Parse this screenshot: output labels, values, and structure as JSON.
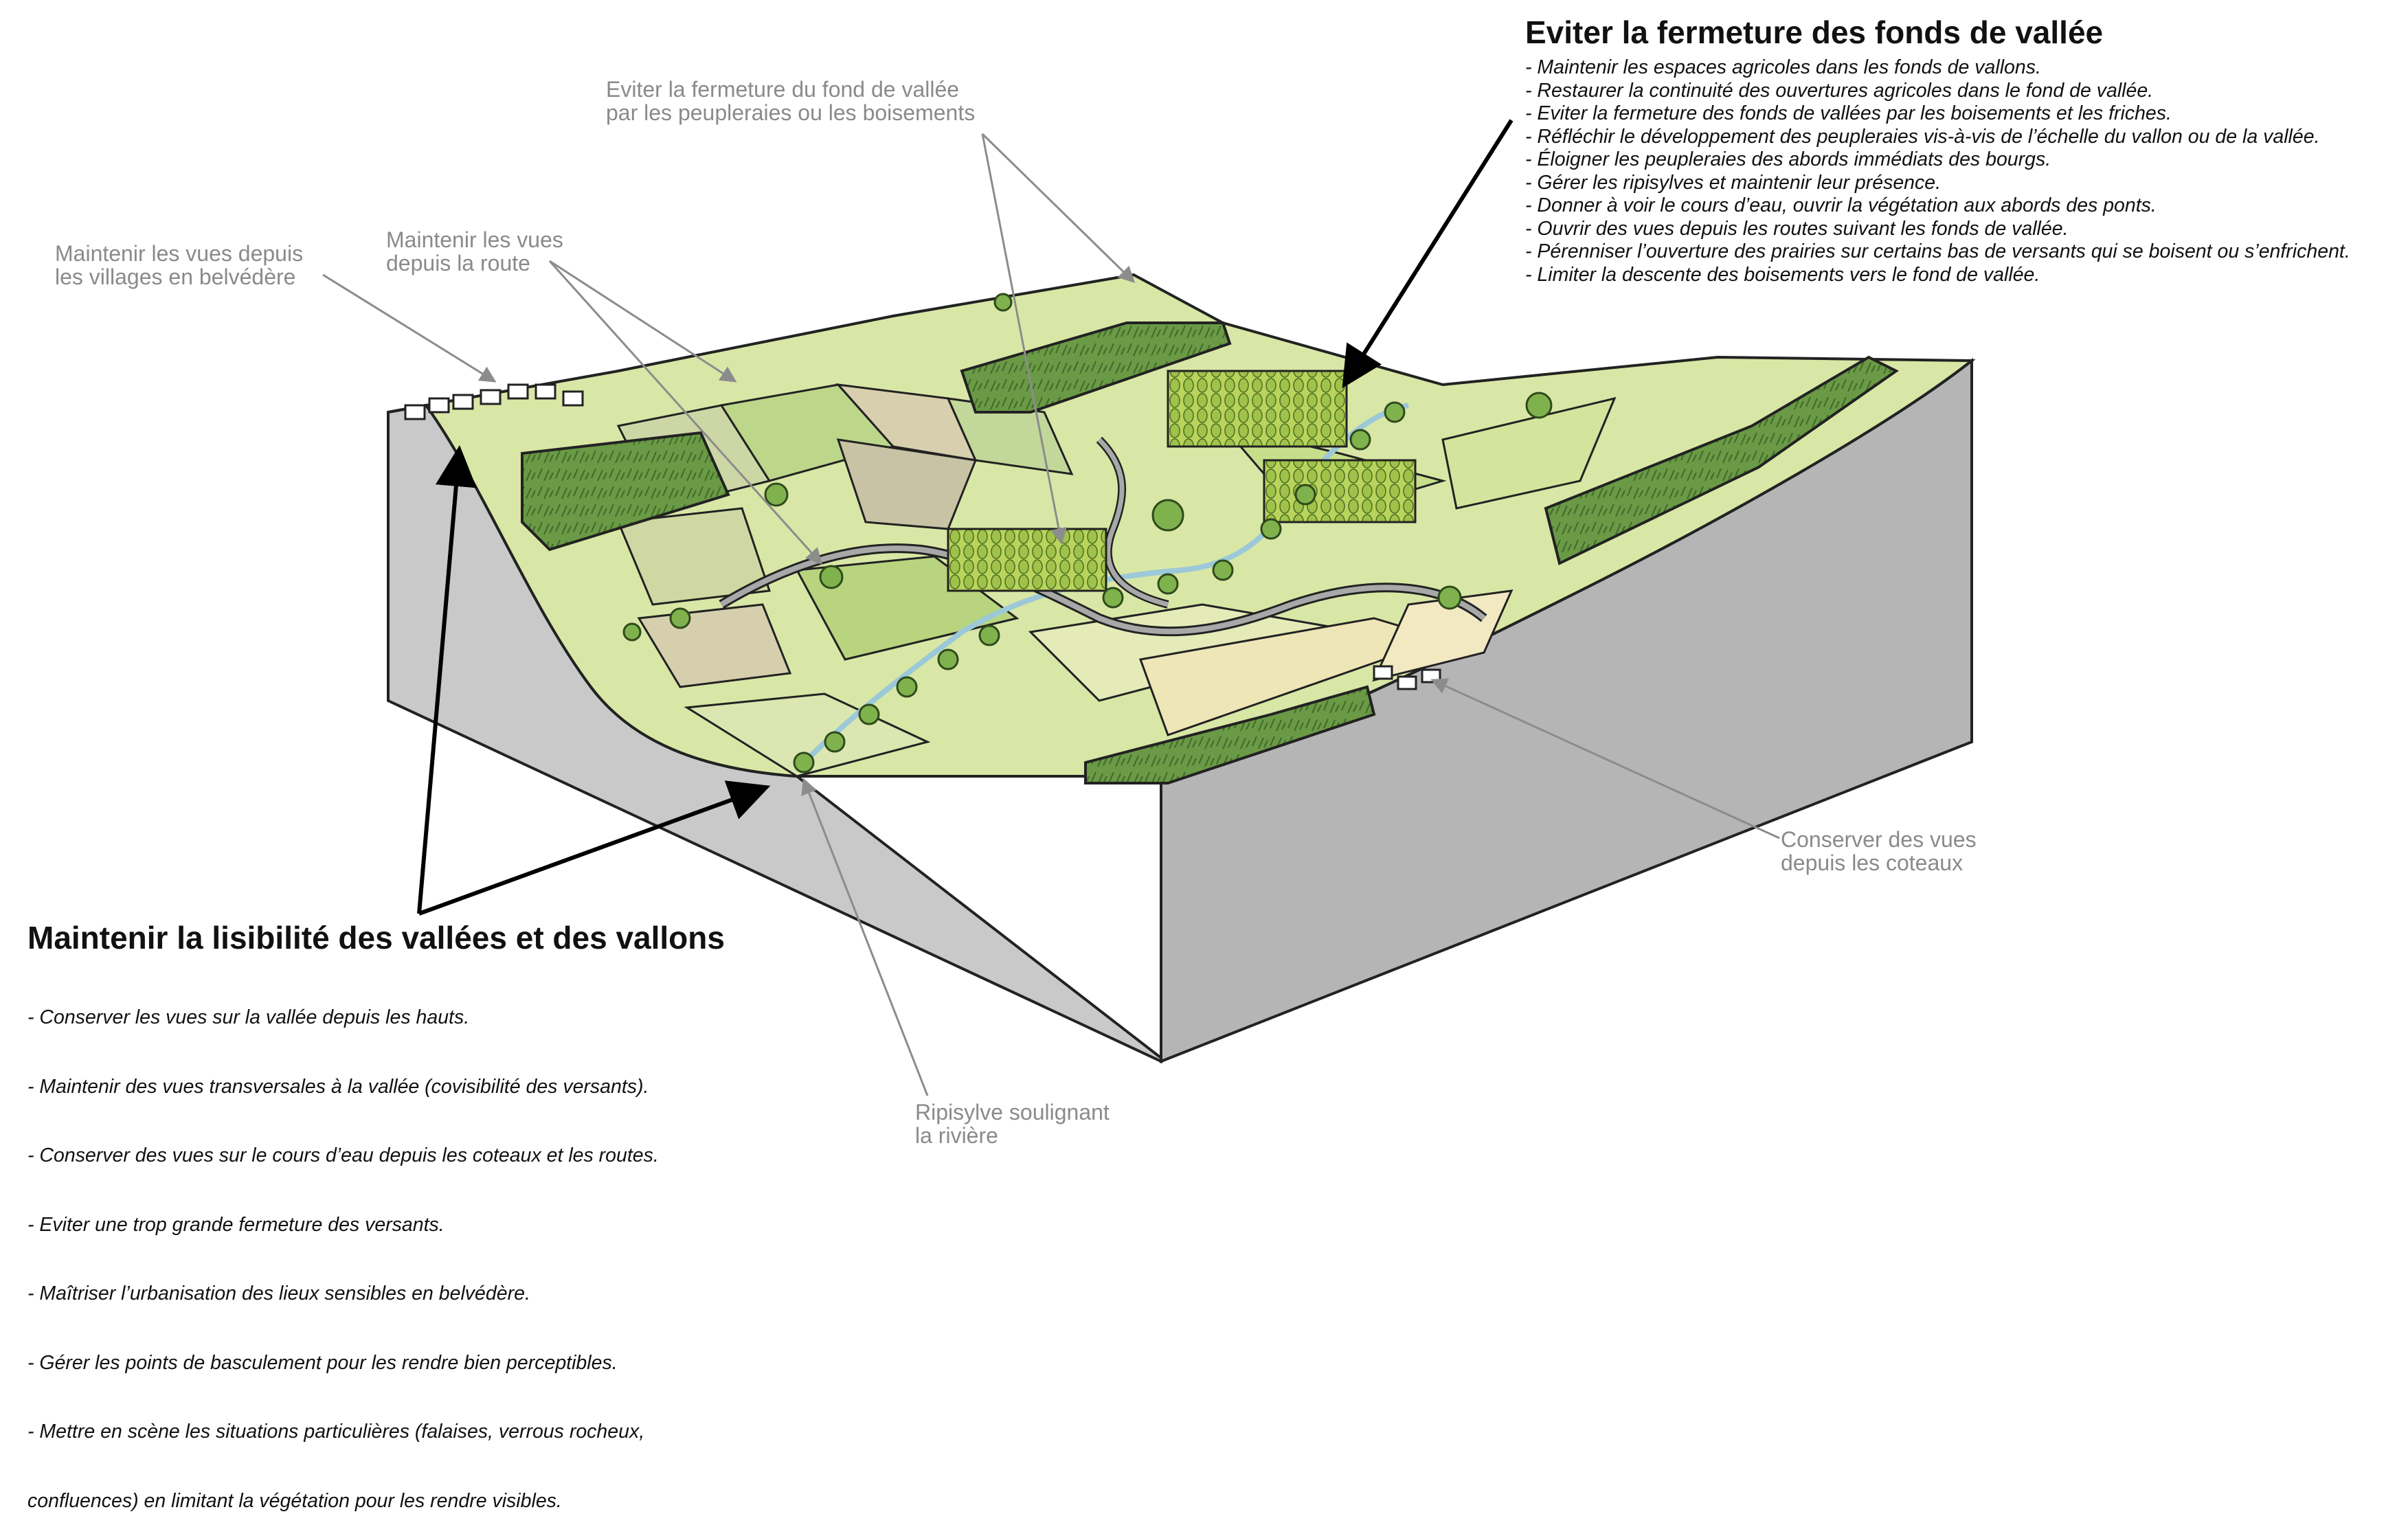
{
  "top_block": {
    "title": "Eviter la fermeture des fonds de vallée",
    "bullets": [
      "- Maintenir les espaces agricoles dans les fonds de vallons.",
      "- Restaurer la continuité des ouvertures agricoles dans le fond de vallée.",
      "- Eviter la fermeture des fonds de vallées par les boisements et les friches.",
      "- Réfléchir le développement des peupleraies vis-à-vis de l’échelle du vallon ou de la vallée.",
      "- Éloigner les peupleraies des abords immédiats des bourgs.",
      "- Gérer les ripisylves et maintenir leur présence.",
      "- Donner à voir le cours d’eau, ouvrir la végétation aux abords des ponts.",
      "- Ouvrir des vues depuis les routes suivant les fonds de vallée.",
      "- Pérenniser l’ouverture des prairies sur certains bas de versants qui se boisent ou s’enfrichent.",
      "- Limiter la descente des boisements vers le fond de vallée."
    ]
  },
  "bottom_block": {
    "title": "Maintenir la lisibilité des vallées et des vallons",
    "bullets": [
      "- Conserver les vues sur la vallée depuis les hauts.",
      "- Maintenir des vues transversales à la vallée (covisibilité des versants).",
      "- Conserver des vues sur le cours d’eau depuis les coteaux et les routes.",
      "- Eviter une trop grande fermeture des versants.",
      "- Maîtriser l’urbanisation des lieux sensibles en belvédère.",
      "- Gérer les points de basculement pour les rendre bien perceptibles.",
      "- Mettre en scène les situations particulières (falaises, verrous rocheux,",
      "  confluences) en limitant la végétation pour les rendre visibles."
    ]
  },
  "annotations": {
    "villages": [
      "Maintenir les vues depuis",
      "les villages en belvédère"
    ],
    "route": [
      "Maintenir les vues",
      "depuis la route"
    ],
    "peupleraies": [
      "Eviter la fermeture du fond de vallée",
      "par les peupleraies ou les boisements"
    ],
    "coteaux": [
      "Conserver des vues",
      "depuis les coteaux"
    ],
    "ripisylve": [
      "Ripisylve soulignant",
      "la rivière"
    ]
  },
  "colors": {
    "block_side": "#c8c8c8",
    "block_front": "#b4b4b4",
    "meadow_light": "#e8f0c0",
    "meadow_green": "#c5de8a",
    "field_tan": "#d8c9a8",
    "forest": "#5f8f3e",
    "poplar": "#b6d35a",
    "road": "#9a9a9a",
    "annotation_text": "#8a8a8a",
    "annotation_line": "#8c8c8c"
  }
}
